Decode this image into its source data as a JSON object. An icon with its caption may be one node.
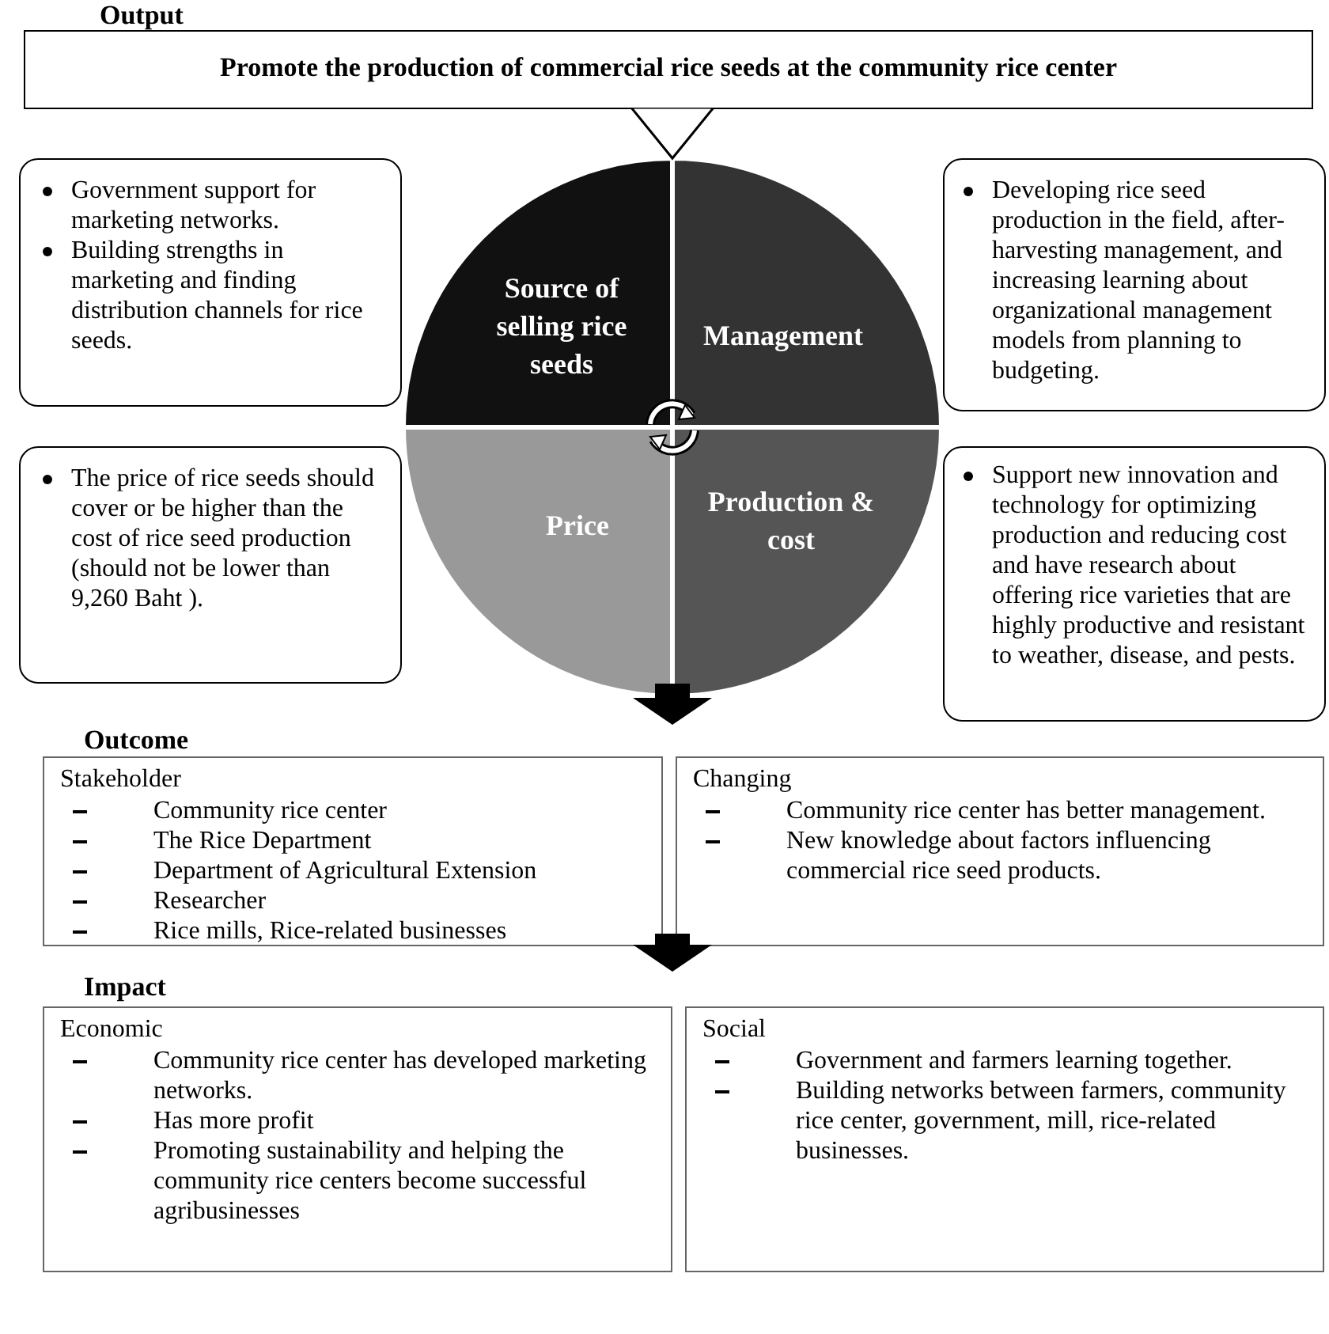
{
  "diagram": {
    "nodes": [
      {
        "text": [
          "Output",
          "Promote the production of commercial rice seeds at the community rice center"
        ]
      },
      {
        "text": [
          "Government support for marketing networks.",
          "Building strengths in marketing and finding distribution channels for rice seeds."
        ]
      },
      {
        "text": [],
        "shape": "circle"
      },
      {
        "text": [
          "Source of selling rice seeds"
        ],
        "in": 2
      },
      {
        "text": [
          "Management"
        ],
        "in": 2
      },
      {
        "text": [
          "Developing rice seed production in the field, after-harvesting management, and increasing learning about organizational management models from planning to budgeting."
        ]
      },
      {
        "text": [
          "The price of rice seeds should cover or be higher than the cost of rice seed production (should not be lower than 9,260 Baht )."
        ]
      },
      {
        "text": [
          "Price"
        ],
        "in": 2
      },
      {
        "text": [
          "Production & cost"
        ],
        "in": 2
      },
      {
        "text": [
          "Support new innovation and technology for optimizing production and reducing cost and have research about offering rice varieties that are highly productive and resistant to weather, disease, and pests."
        ]
      },
      {
        "text": [
          "Outcome"
        ]
      },
      {
        "text": [
          "Stakeholder",
          "Community rice center",
          "The Rice Department",
          "Department of Agricultural Extension",
          "Researcher",
          "Rice mills, Rice-related businesses"
        ],
        "in": 10
      },
      {
        "text": [
          "Changing",
          "Community rice center has better management.",
          "New knowledge about factors influencing commercial rice seed products."
        ],
        "in": 10
      },
      {
        "text": [
          "Impact"
        ]
      },
      {
        "text": [
          "Economic",
          "Community rice center has developed marketing networks.",
          "Has more profit",
          "Promoting sustainability and helping the community rice centers become successful agribusinesses"
        ],
        "in": 13
      },
      {
        "text": [
          "Social",
          "Government and farmers learning together.",
          "Building networks between farmers, community rice center, government, mill, rice-related businesses."
        ],
        "in": 13
      }
    ],
    "edges": [
      {
        "from": 0,
        "to": 2,
        "arrow": "to"
      },
      {
        "from": 2,
        "to": 10,
        "arrow": "to"
      },
      {
        "from": 10,
        "to": 13,
        "arrow": "to"
      }
    ]
  }
}
